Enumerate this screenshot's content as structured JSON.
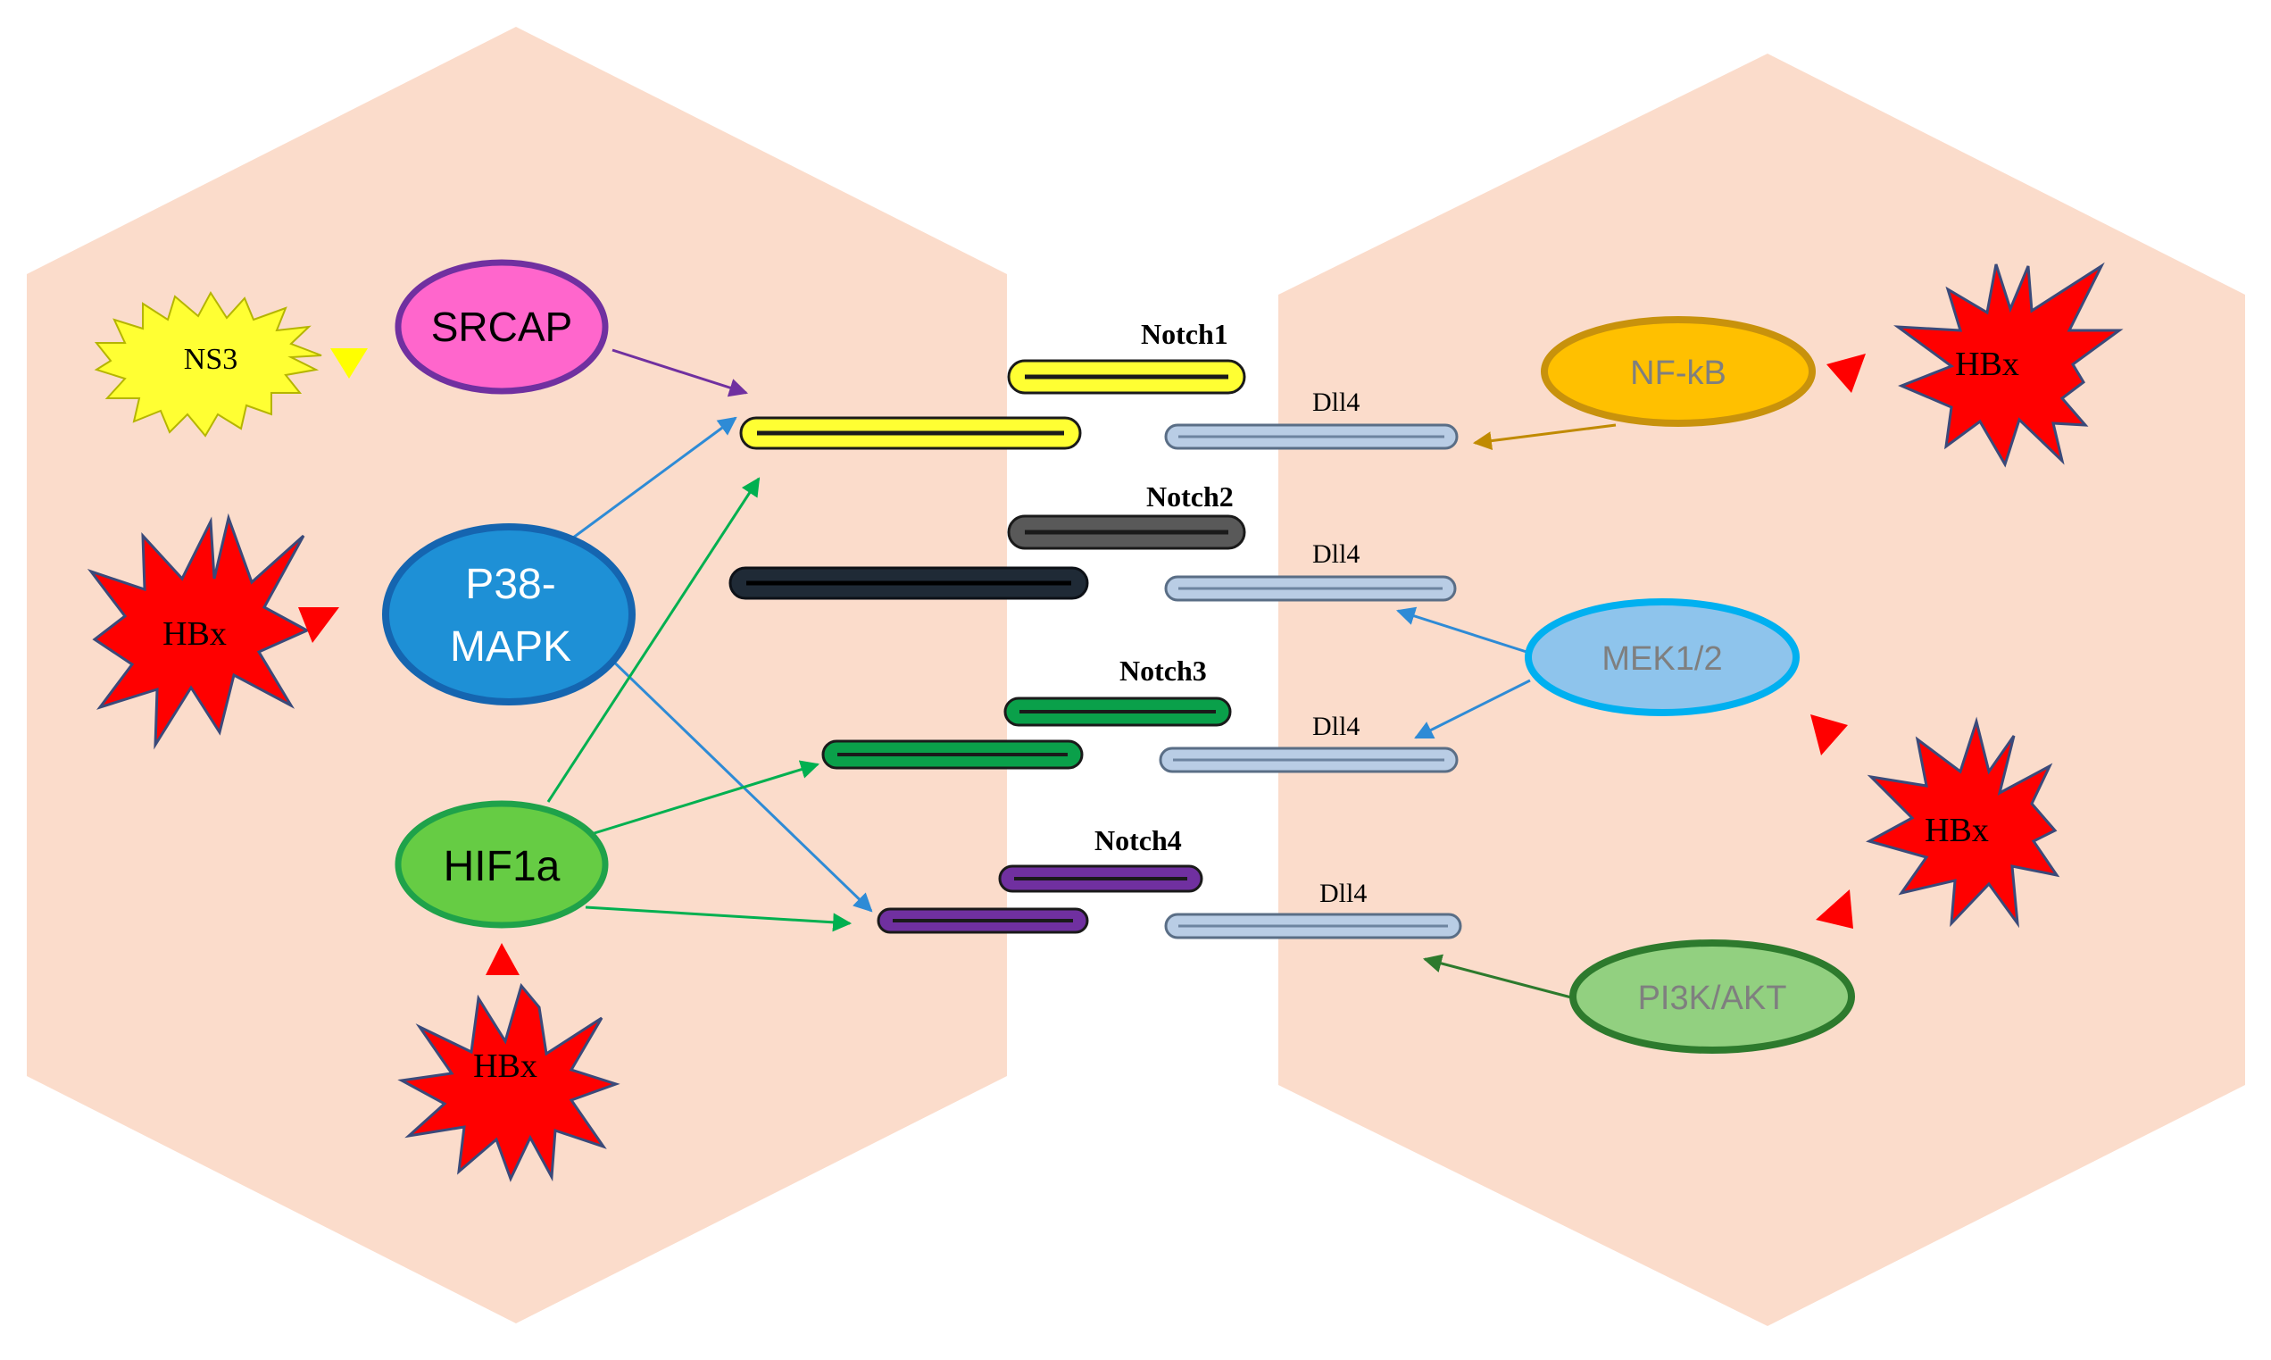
{
  "colors": {
    "cell_fill": "#fbdccb",
    "star_red": "#ff0000",
    "star_yellow": "#ffff33",
    "receptor_dll4": "#b9cde5",
    "notch1": "#ffff33",
    "notch2": "#404040",
    "notch3": "#0aa04a",
    "notch4": "#7030a0"
  },
  "receptors": {
    "notch1": "Notch1",
    "notch2": "Notch2",
    "notch3": "Notch3",
    "notch4": "Notch4",
    "dll4": "Dll4"
  },
  "left_cell": {
    "srcap": "SRCAP",
    "p38_line1": "P38-",
    "p38_line2": "MAPK",
    "hif1a": "HIF1a",
    "ns3": "NS3",
    "hbx": "HBx"
  },
  "right_cell": {
    "nfkb": "NF-kB",
    "mek": "MEK1/2",
    "pi3k": "PI3K/AKT",
    "hbx": "HBx"
  }
}
